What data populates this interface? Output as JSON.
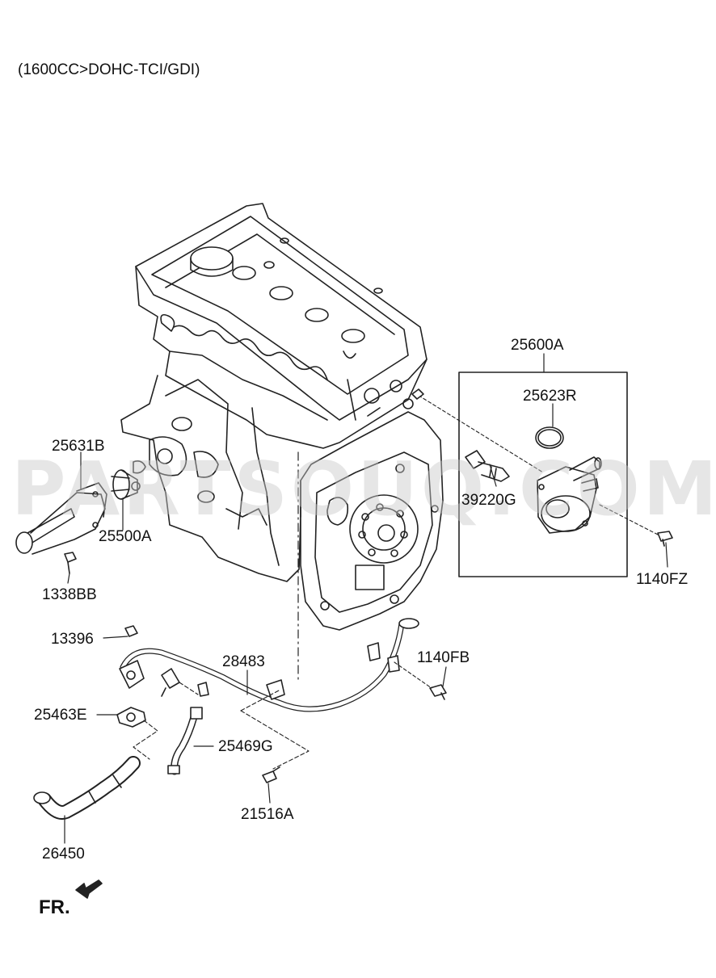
{
  "header": {
    "title": "(1600CC>DOHC-TCI/GDI)"
  },
  "watermark": "PARTSOUQ.COM",
  "footer": {
    "front_label": "FR."
  },
  "parts": {
    "p25600A": "25600A",
    "p25623R": "25623R",
    "p39220G": "39220G",
    "p1140FZ": "1140FZ",
    "p25631B": "25631B",
    "p25500A": "25500A",
    "p1338BB": "1338BB",
    "p13396": "13396",
    "p28483": "28483",
    "p1140FB": "1140FB",
    "p25463E": "25463E",
    "p25469G": "25469G",
    "p21516A": "21516A",
    "p26450": "26450"
  }
}
